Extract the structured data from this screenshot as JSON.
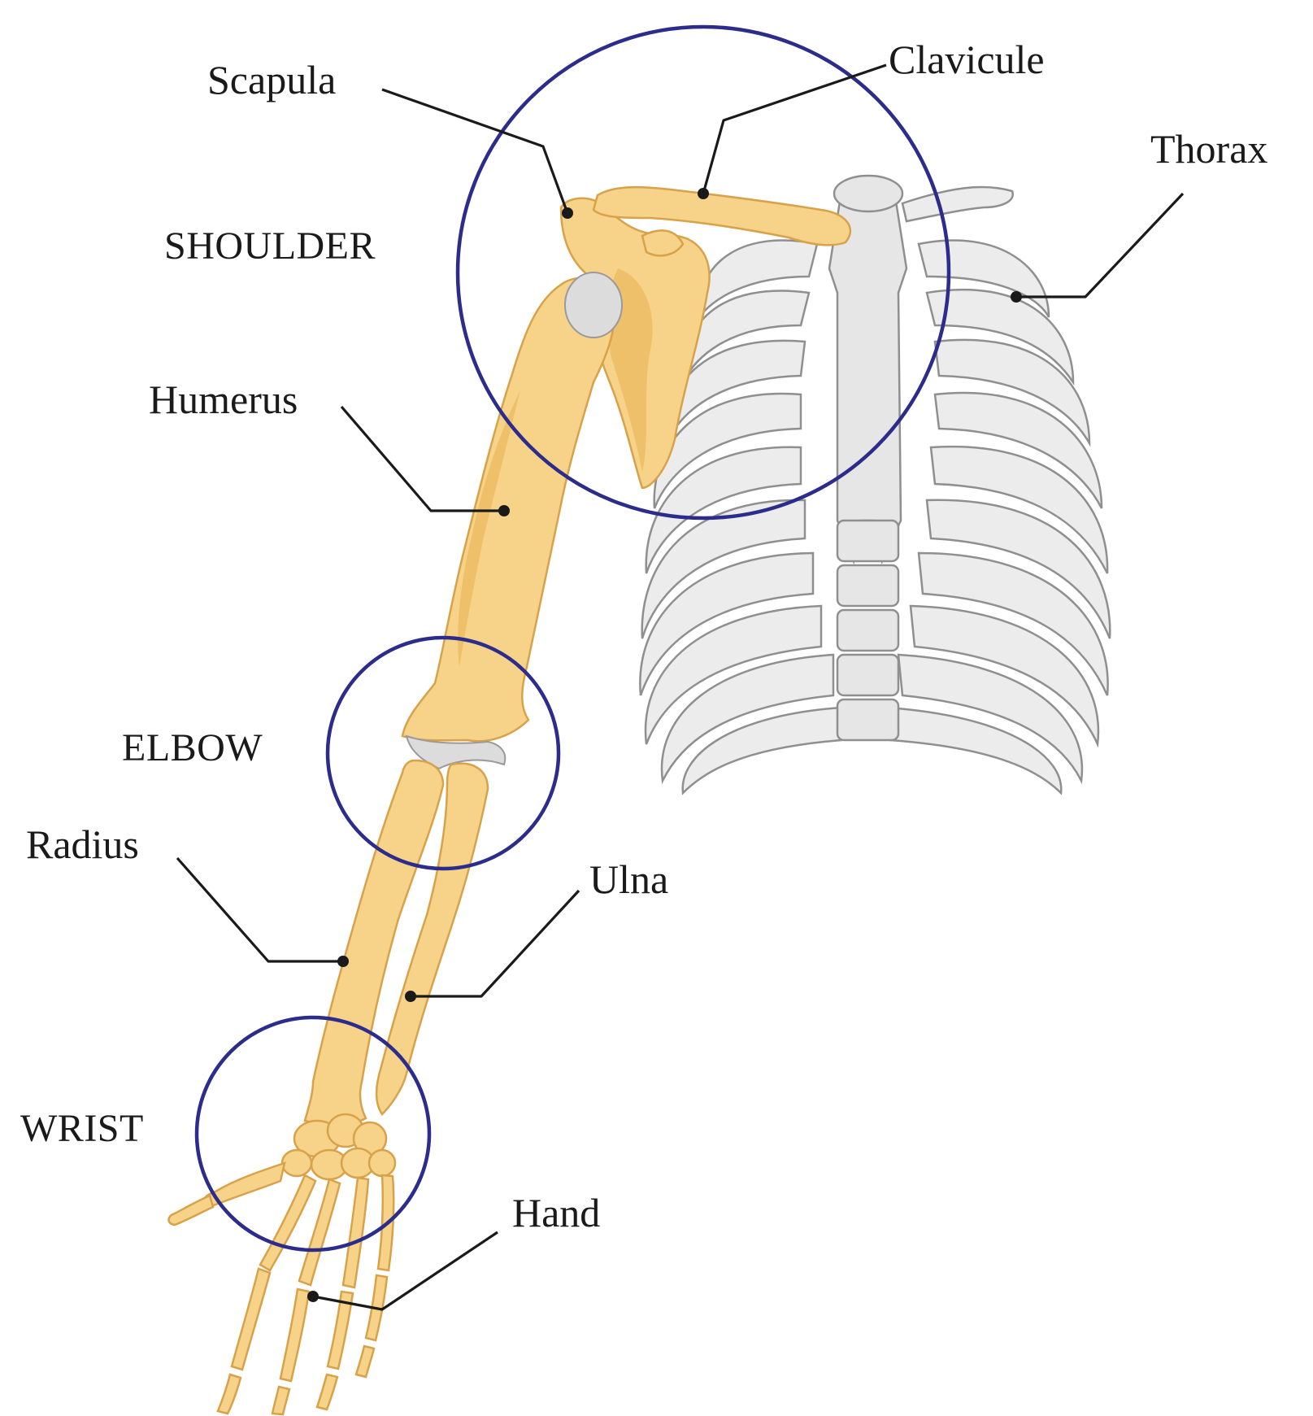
{
  "labels": {
    "scapula": "Scapula",
    "clavicule": "Clavicule",
    "thorax": "Thorax",
    "shoulder": "SHOULDER",
    "humerus": "Humerus",
    "elbow": "ELBOW",
    "radius": "Radius",
    "ulna": "Ulna",
    "wrist": "WRIST",
    "hand": "Hand"
  },
  "colors": {
    "bone": "#f7d38a",
    "ring": "#2c2c8c",
    "thorax": "#ececec"
  }
}
